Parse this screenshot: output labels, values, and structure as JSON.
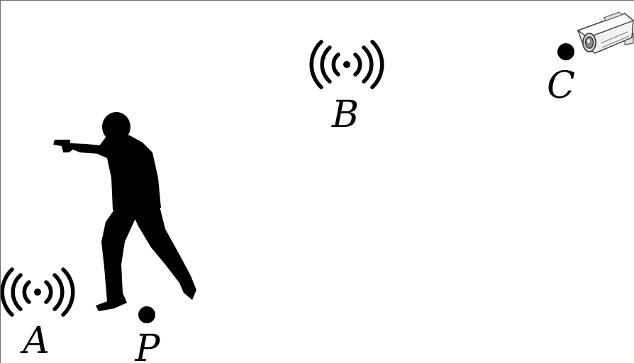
{
  "labels": {
    "a": "A",
    "b": "B",
    "c": "C",
    "p": "P"
  },
  "icons": {
    "beacon_a": "wireless-signal-icon",
    "beacon_b": "wireless-signal-icon",
    "camera": "security-camera-icon",
    "shooter": "gunman-silhouette-icon"
  },
  "colors": {
    "ink": "#000000",
    "background": "#ffffff",
    "frame": "#6f6f6f"
  }
}
